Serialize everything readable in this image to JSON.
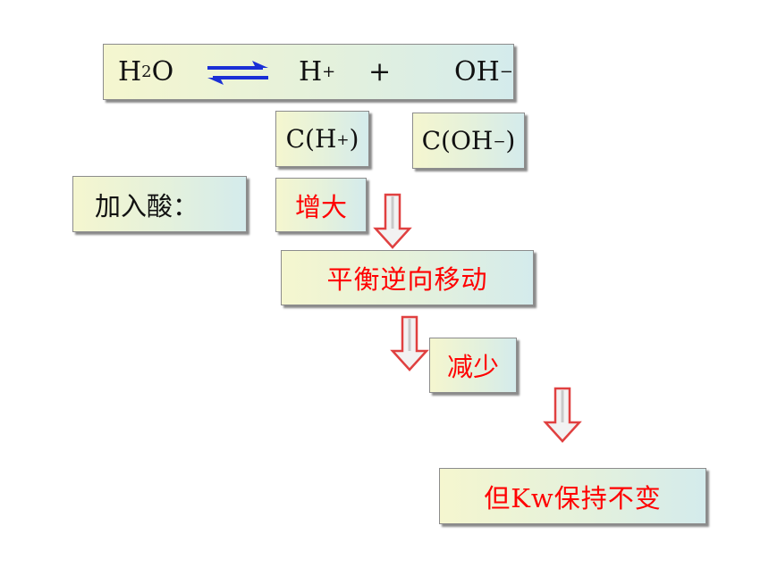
{
  "equation": {
    "reactant_base": "H",
    "reactant_sub": "2",
    "reactant_tail": "O",
    "product1_base": "H",
    "product1_sup": "+",
    "plus": "+",
    "product2_base": "OH",
    "product2_sup": "−"
  },
  "conc_h": {
    "prefix": "C(H",
    "sup": "+",
    "suffix": ")"
  },
  "conc_oh": {
    "prefix": "C(OH",
    "sup": "−",
    "suffix": ")"
  },
  "add_acid_label": "加入酸：",
  "h_change": "增大",
  "shift_label": "平衡逆向移动",
  "oh_change": "减少",
  "kw_label": "但Kw保持不变",
  "colors": {
    "red_text": "#ff0000",
    "eq_arrow_blue": "#1a2fd6",
    "down_arrow_fill": "#f2f2f2",
    "down_arrow_stroke": "#e04040"
  },
  "icons": [
    "equilibrium-arrow-icon",
    "down-arrow-icon"
  ]
}
